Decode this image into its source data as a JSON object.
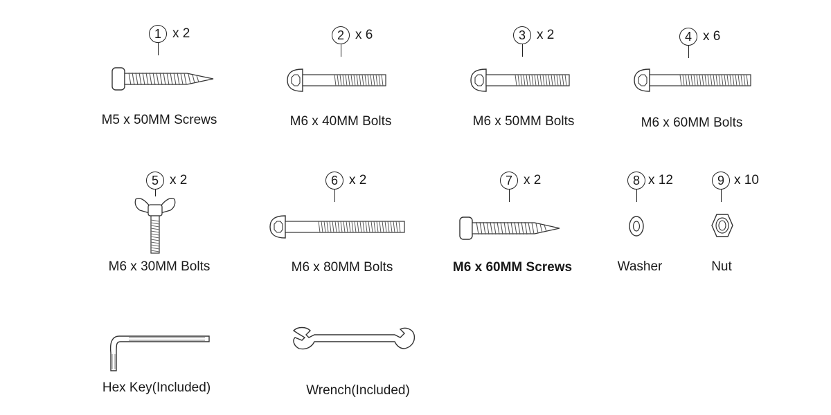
{
  "parts": [
    {
      "number": "1",
      "qty": "x 2",
      "label": "M5 x 50MM Screws",
      "icon": "pan-head-screw-icon"
    },
    {
      "number": "2",
      "qty": "x 6",
      "label": "M6 x 40MM Bolts",
      "icon": "button-head-bolt-icon"
    },
    {
      "number": "3",
      "qty": "x 2",
      "label": "M6 x 50MM Bolts",
      "icon": "button-head-bolt-icon"
    },
    {
      "number": "4",
      "qty": "x 6",
      "label": "M6 x 60MM Bolts",
      "icon": "button-head-bolt-icon"
    },
    {
      "number": "5",
      "qty": "x 2",
      "label": "M6 x 30MM Bolts",
      "icon": "wing-bolt-icon"
    },
    {
      "number": "6",
      "qty": "x 2",
      "label": "M6 x 80MM Bolts",
      "icon": "button-head-bolt-icon"
    },
    {
      "number": "7",
      "qty": "x 2",
      "label": "M6 x 60MM Screws",
      "icon": "pan-head-screw-icon"
    },
    {
      "number": "8",
      "qty": "x 12",
      "label": "Washer",
      "icon": "washer-icon"
    },
    {
      "number": "9",
      "qty": "x 10",
      "label": "Nut",
      "icon": "hex-nut-icon"
    }
  ],
  "tools": [
    {
      "label": "Hex Key(Included)",
      "icon": "hex-key-icon"
    },
    {
      "label": "Wrench(Included)",
      "icon": "wrench-icon"
    }
  ]
}
